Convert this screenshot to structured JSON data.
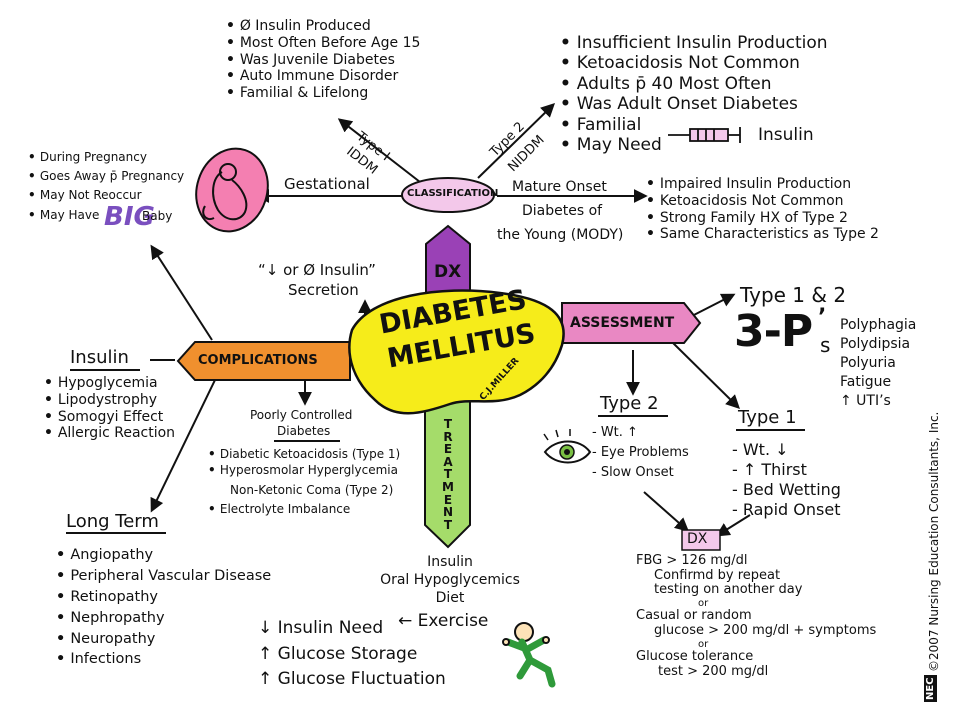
{
  "colors": {
    "center_fill": "#f6ec1a",
    "classification_fill": "#f3c8ea",
    "dx_fill": "#9a41b6",
    "assessment_fill": "#e988c3",
    "complications_fill": "#f0902e",
    "treatment_fill": "#a5dc6a",
    "baby_fill": "#f47fb1",
    "big_text": "#7a4fbf",
    "dx_box_fill": "#f3c8ea"
  },
  "center": {
    "line1": "DIABETES",
    "line2": "MELLITUS",
    "signature": "C.J.MILLER"
  },
  "classification": {
    "label": "CLASSIFICATION",
    "type1": {
      "branch_a": "Type I",
      "branch_b": "IDDM",
      "items": [
        "Ø Insulin Produced",
        "Most Often Before Age 15",
        "Was Juvenile Diabetes",
        "Auto Immune Disorder",
        "Familial & Lifelong"
      ]
    },
    "type2": {
      "branch_a": "Type 2",
      "branch_b": "NIDDM",
      "items": [
        "Insufficient Insulin Production",
        "Ketoacidosis Not Common",
        "Adults p̄ 40 Most Often",
        "Was Adult Onset Diabetes",
        "Familial"
      ],
      "last_item_a": "May Need",
      "last_item_b": "Insulin"
    },
    "gestational": {
      "label": "Gestational",
      "items": [
        "During Pregnancy",
        "Goes Away p̄ Pregnancy",
        "May Not Reoccur"
      ],
      "last_a": "May Have",
      "last_big": "BIG",
      "last_b": "Baby"
    },
    "mody": {
      "line1": "Mature Onset",
      "line2": "Diabetes of",
      "line3": "the Young (MODY)",
      "items": [
        "Impaired Insulin Production",
        "Ketoacidosis Not Common",
        "Strong Family HX of Type 2",
        "Same Characteristics as Type 2"
      ]
    }
  },
  "dx_arm": {
    "label": "DX",
    "note_line1": "“↓ or  Ø  Insulin”",
    "note_line2": "Secretion"
  },
  "assessment": {
    "label": "ASSESSMENT",
    "type12": {
      "title": "Type 1 & 2",
      "big": "3-P",
      "big_suffix": "s",
      "tick": "’",
      "items": [
        "Polyphagia",
        "Polydipsia",
        "Polyuria",
        "Fatigue",
        "↑ UTI’s"
      ]
    },
    "type2": {
      "title": "Type 2",
      "items": [
        "- Wt.  ↑",
        "- Eye Problems",
        "- Slow Onset"
      ]
    },
    "type1": {
      "title": "Type 1",
      "items": [
        "- Wt.  ↓",
        "- ↑ Thirst",
        "- Bed Wetting",
        "- Rapid Onset"
      ]
    },
    "dx": {
      "label": "DX",
      "lines": [
        "FBG > 126 mg/dl",
        "Confirmd by repeat",
        "testing on another day",
        "or",
        "Casual or random",
        "glucose > 200 mg/dl + symptoms",
        "or",
        "Glucose tolerance",
        "test > 200 mg/dl"
      ]
    }
  },
  "complications": {
    "label": "COMPLICATIONS",
    "insulin": {
      "title": "Insulin",
      "items": [
        "Hypoglycemia",
        "Lipodystrophy",
        "Somogyi Effect",
        "Allergic Reaction"
      ]
    },
    "poorly": {
      "line1": "Poorly Controlled",
      "line2": "Diabetes",
      "items": [
        "Diabetic Ketoacidosis (Type 1)",
        "Hyperosmolar Hyperglycemia"
      ],
      "cont": "Non-Ketonic Coma (Type 2)",
      "last": "Electrolyte Imbalance"
    },
    "long_term": {
      "title": "Long Term",
      "items": [
        "Angiopathy",
        "Peripheral Vascular Disease",
        "Retinopathy",
        "Nephropathy",
        "Neuropathy",
        "Infections"
      ]
    }
  },
  "treatment": {
    "label": "TREATMENT",
    "letters": [
      "T",
      "R",
      "E",
      "A",
      "T",
      "M",
      "E",
      "N",
      "T"
    ],
    "lines": [
      "Insulin",
      "Oral Hypoglycemics",
      "Diet"
    ],
    "exercise": "← Exercise",
    "effects": [
      "↓ Insulin Need",
      "↑ Glucose Storage",
      "↑ Glucose Fluctuation"
    ]
  },
  "copyright": "©2007 Nursing Education Consultants, Inc.",
  "logo": "NEC"
}
